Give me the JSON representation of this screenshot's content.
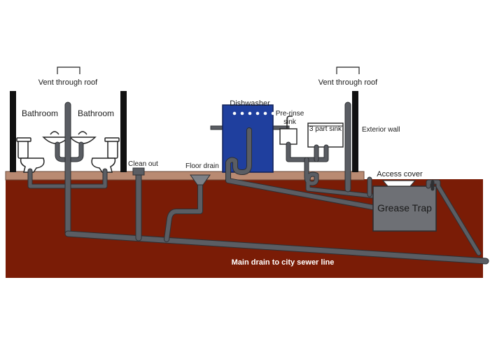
{
  "labels": {
    "vent_left": "Vent through roof",
    "vent_right": "Vent through roof",
    "bathroom_left": "Bathroom",
    "bathroom_right": "Bathroom",
    "dishwasher": "Dishwasher",
    "pre_rinse_line1": "Pre-rinse",
    "pre_rinse_line2": "sink",
    "three_part_sink": "3 part sink",
    "exterior_wall": "Exterior wall",
    "clean_out": "Clean out",
    "floor_drain": "Floor drain",
    "access_cover": "Access cover",
    "grease_trap": "Grease Trap",
    "main_drain": "Main drain to city sewer line"
  },
  "colors": {
    "soil": "#7a1c06",
    "floor_slab": "#b98a72",
    "pipe": "#5a5d63",
    "dishwasher": "#1f3f9e",
    "grease_trap": "#6e7075",
    "wall": "#111111",
    "fixture": "#ffffff"
  }
}
